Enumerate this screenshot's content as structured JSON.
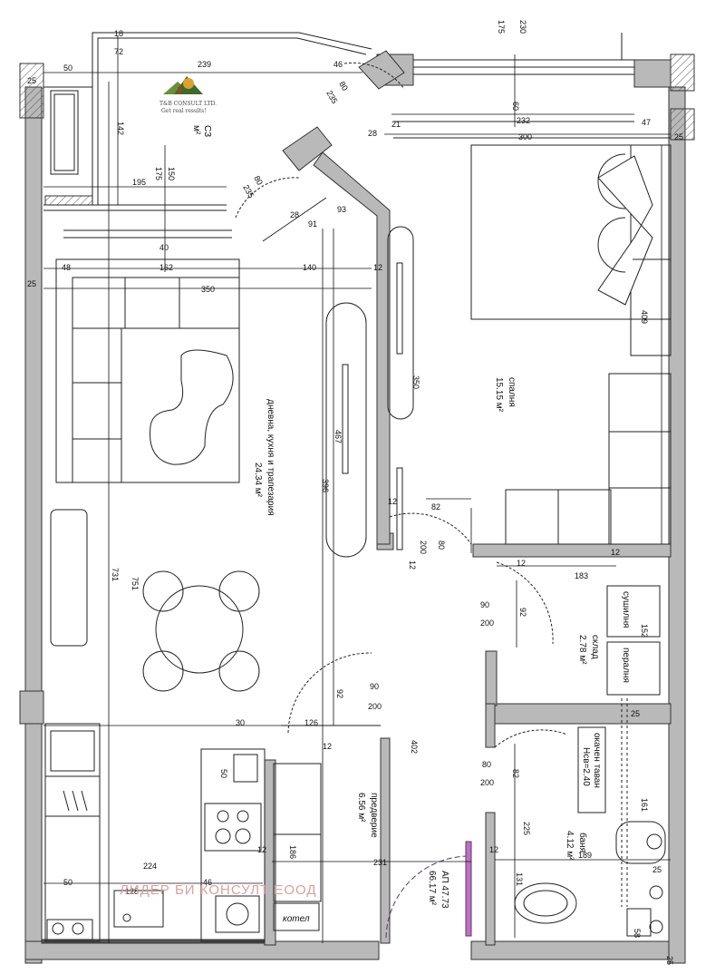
{
  "logo": {
    "company": "T&B CONSULT LTD.",
    "slogan": "Get real results!"
  },
  "watermark": "ЛИДЕР БИ КОНСУЛТ ЕООД",
  "rooms": {
    "terrace": {
      "name": "СЗ",
      "area": "м²"
    },
    "living": {
      "name": "дневна, кухня и трапезария",
      "area": "24.34 м²"
    },
    "bedroom": {
      "name": "спалня",
      "area": "15.15 м²"
    },
    "storage": {
      "name": "склад",
      "area": "2.78 м²"
    },
    "hall": {
      "name": "предверие",
      "area": "6.56 м²"
    },
    "bath": {
      "name": "баня",
      "area": "4.12 м²"
    },
    "apartment": {
      "name": "АП 47.73",
      "area": "66.17 м²"
    },
    "dryer": "сушилня",
    "washer": "пералня",
    "ceiling": {
      "line1": "окачен таван",
      "line2": "Нсв=2.40"
    },
    "boiler": "котел"
  },
  "dimensions": {
    "d18": "18",
    "d72": "72",
    "d175a": "175",
    "d230": "230",
    "d50a": "50",
    "d239": "239",
    "d46a": "46",
    "d25a": "25",
    "d142": "142",
    "d80a": "80",
    "d235a": "235",
    "d60": "60",
    "d232": "232",
    "d21": "21",
    "d28a": "28",
    "d300": "300",
    "d47": "47",
    "d25b": "25",
    "d195": "195",
    "d175b": "175",
    "d150": "150",
    "d80b": "80",
    "d235b": "235",
    "d28b": "28",
    "d91": "91",
    "d93": "93",
    "d40": "40",
    "d48": "48",
    "d162": "162",
    "d140": "140",
    "d12a": "12",
    "d25c": "25",
    "d350a": "350",
    "d409": "409",
    "d350b": "350",
    "d467": "467",
    "d396": "396",
    "d12b": "12",
    "d82a": "82",
    "d80door1": "80",
    "d200door1": "200",
    "d12c": "12",
    "d12d": "12",
    "d12e": "12",
    "d183": "183",
    "d90door2": "90",
    "d200door2": "200",
    "d92a": "92",
    "d152": "152",
    "d731": "731",
    "d751": "751",
    "d90door3": "90",
    "d200door3": "200",
    "d92b": "92",
    "d30": "30",
    "d126": "126",
    "d12f": "12",
    "d402": "402",
    "d50b": "50",
    "d25d": "25",
    "d80door4": "80",
    "d200door4": "200",
    "d82b": "82",
    "d186": "186",
    "d12g": "12",
    "d161": "161",
    "d12h": "12",
    "d225": "225",
    "d189": "189",
    "d224": "224",
    "d231": "231",
    "d131": "131",
    "d25e": "25",
    "d50c": "50",
    "d128": "128",
    "d46b": "46",
    "d58": "58",
    "d25f": "25"
  }
}
